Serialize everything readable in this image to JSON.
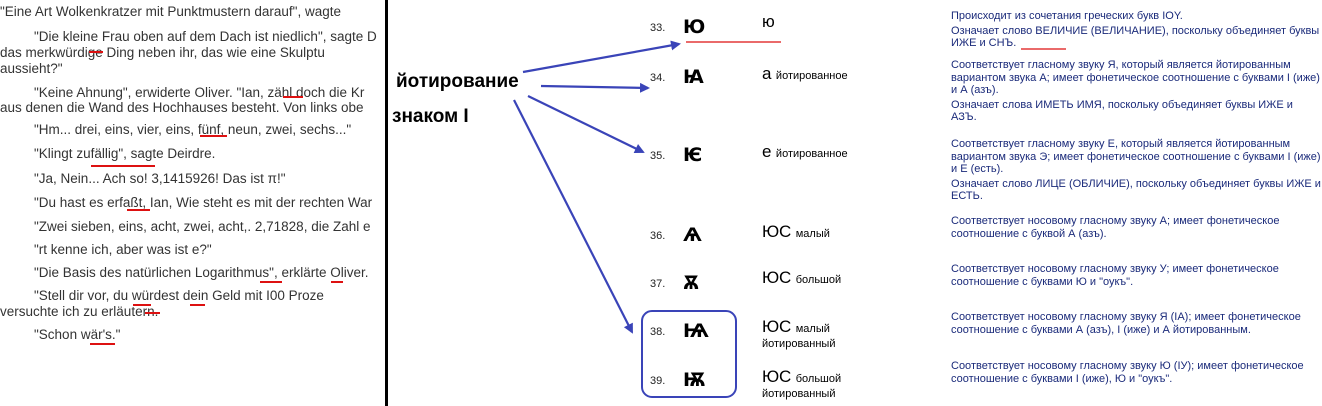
{
  "left_text": [
    "\"Eine Art Wolkenkratzer mit Punktmustern darauf\", wagte",
    "\"Die kleine Frau oben auf dem Dach ist niedlich\", sagte D",
    "das merkwürdige Ding neben ihr, das wie eine Skulptu",
    "aussieht?\"",
    "\"Keine Ahnung\", erwiderte Oliver. \"Ian, zähl doch die Kr",
    "aus denen die Wand des Hochhauses besteht. Von links obe",
    "\"Hm... drei, eins, vier, eins, fünf, neun, zwei, sechs...\"",
    "\"Klingt zufällig\", sagte Deirdre.",
    "\"Ja, Nein... Ach so! 3,1415926! Das ist π!\"",
    "\"Du hast es erfaßt, Ian, Wie steht es mit der rechten War",
    "\"Zwei sieben, eins, acht, zwei, acht,. 2,71828, die Zahl e",
    "\"rt kenne ich, aber was ist e?\"",
    "\"Die Basis des natürlichen Logarithmus\", erklärte Oliver.",
    "\"Stell dir vor, du würdest dein Geld mit I00 Proze",
    "versuchte ich zu erläutern.",
    "\"Schon wär's.\""
  ],
  "annotation": {
    "line1": "йотирование",
    "line2": "знаком I"
  },
  "letters": [
    {
      "num": "33.",
      "glyph": "Ю",
      "big": "ю",
      "small": "",
      "sub": "",
      "desc": [
        "Происходит из сочетания греческих букв IOY.",
        "Означает слово ВЕЛИЧИЕ (ВЕЛИЧАНИЕ), поскольку объединяет буквы ИЖЕ и СНЪ."
      ]
    },
    {
      "num": "34.",
      "glyph": "Ꙗ",
      "big": "а",
      "small": "йотированное",
      "sub": "",
      "desc": [
        "Соответствует гласному звуку Я, который является йотированным вариантом звука А; имеет фонетическое соотношение с буквами I (иже) и А (азъ).",
        "Означает слова ИМЕТЬ ИМЯ, поскольку объединяет буквы ИЖЕ и АЗЪ."
      ]
    },
    {
      "num": "35.",
      "glyph": "Ѥ",
      "big": "е",
      "small": "йотированное",
      "sub": "",
      "desc": [
        "Соответствует гласному звуку Е, который является йотированным вариантом звука Э; имеет фонетическое соотношение с буквами I (иже) и Е (есть).",
        "Означает слово ЛИЦЕ (ОБЛИЧИЕ), поскольку объединяет буквы ИЖЕ и ЕСТЬ."
      ]
    },
    {
      "num": "36.",
      "glyph": "Ѧ",
      "big": "ЮС",
      "small": "малый",
      "sub": "",
      "desc": [
        "Соответствует носовому гласному звуку А; имеет фонетическое соотношение с буквой А (азъ)."
      ]
    },
    {
      "num": "37.",
      "glyph": "Ѫ",
      "big": "ЮС",
      "small": "большой",
      "sub": "",
      "desc": [
        "Соответствует носовому гласному звуку У; имеет фонетическое соотношение с буквами Ю и \"оукъ\"."
      ]
    },
    {
      "num": "38.",
      "glyph": "Ѩ",
      "big": "ЮС",
      "small": "малый",
      "sub": "йотированный",
      "desc": [
        "Соответствует носовому гласному звуку Я (IA); имеет фонетическое соотношение с буквами А (азъ),  I (иже) и А йотированным."
      ]
    },
    {
      "num": "39.",
      "glyph": "Ѭ",
      "big": "ЮС",
      "small": "большой",
      "sub": "йотированный",
      "desc": [
        "Соответствует носовому гласному звуку Ю (IУ); имеет фонетическое соотношение с буквами I (иже), Ю и \"оукъ\"."
      ]
    }
  ],
  "colors": {
    "arrow": "#3a44b8",
    "underline": "#d11",
    "desc_text": "#1a2a7a"
  }
}
